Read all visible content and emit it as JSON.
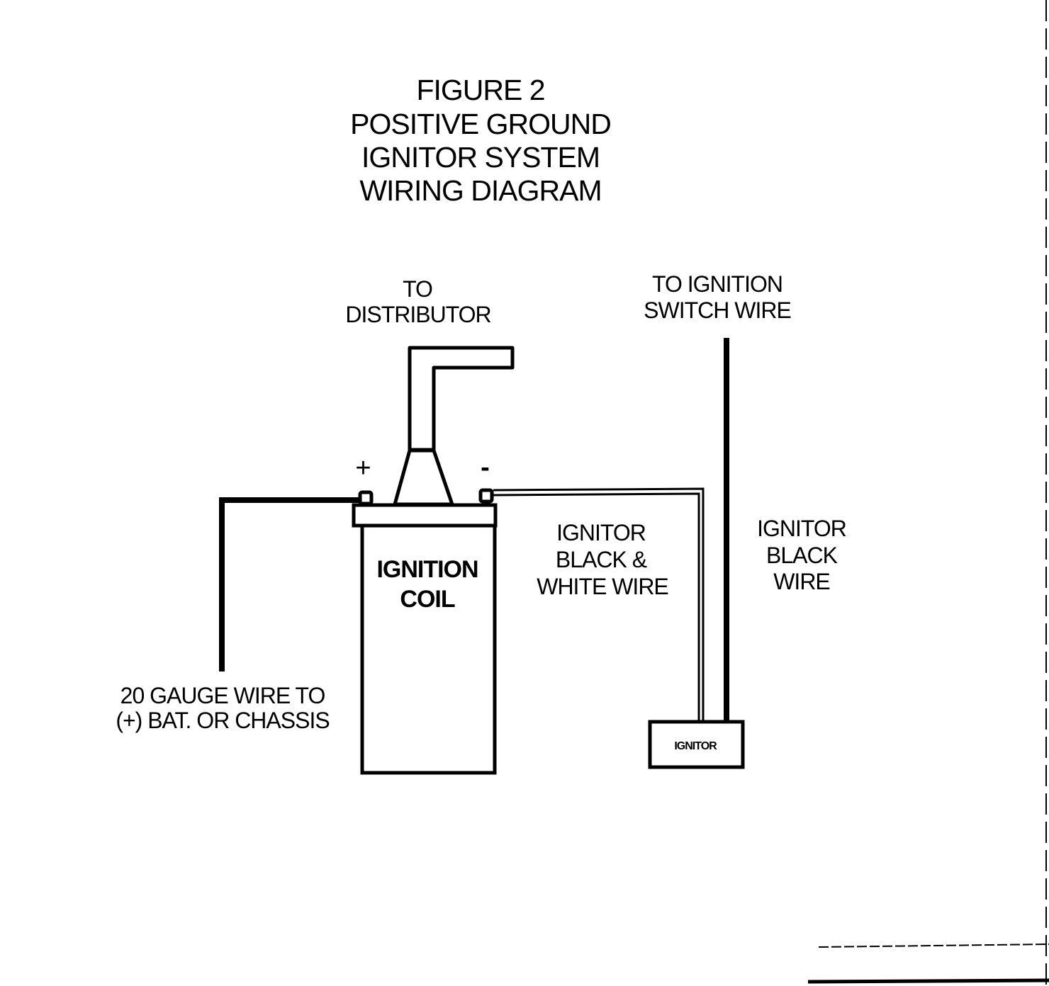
{
  "title": {
    "line1": "FIGURE 2",
    "line2": "POSITIVE GROUND",
    "line3": "IGNITOR SYSTEM",
    "line4": "WIRING DIAGRAM"
  },
  "labels": {
    "distributor": [
      "TO",
      "DISTRIBUTOR"
    ],
    "ignition_switch": [
      "TO IGNITION",
      "SWITCH WIRE"
    ],
    "coil": [
      "IGNITION",
      "COIL"
    ],
    "bw_wire": [
      "IGNITOR",
      "BLACK &",
      "WHITE WIRE"
    ],
    "black_wire": [
      "IGNITOR",
      "BLACK",
      "WIRE"
    ],
    "gauge_wire": [
      "20 GAUGE WIRE TO",
      "(+) BAT. OR CHASSIS"
    ],
    "ignitor_box": "IGNITOR",
    "plus": "+",
    "minus": "-"
  },
  "colors": {
    "ink": "#000000",
    "paper": "#ffffff"
  }
}
